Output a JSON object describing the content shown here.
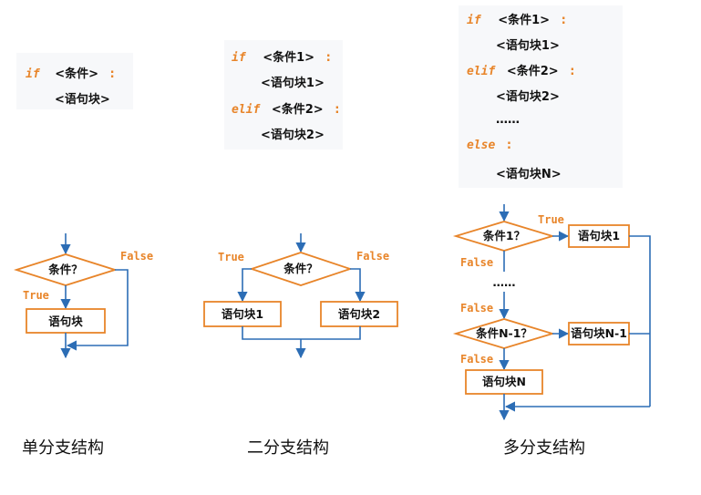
{
  "code": {
    "single": {
      "if_kw": "if",
      "cond": "<条件>",
      "colon": ":",
      "block": "<语句块>"
    },
    "double": {
      "if_kw": "if",
      "cond1": "<条件1>",
      "colon1": ":",
      "block1": "<语句块1>",
      "elif_kw": "elif",
      "cond2": "<条件2>",
      "colon2": ":",
      "block2": "<语句块2>"
    },
    "multi": {
      "if_kw": "if",
      "cond1": "<条件1>",
      "colon1": ":",
      "block1": "<语句块1>",
      "elif_kw": "elif",
      "cond2": "<条件2>",
      "colon2": ":",
      "block2": "<语句块2>",
      "dots": "……",
      "else_kw": "else",
      "colon3": ":",
      "blockN": "<语句块N>"
    }
  },
  "flow": {
    "single": {
      "cond": "条件？",
      "true": "True",
      "false": "False",
      "block": "语句块"
    },
    "double": {
      "cond": "条件？",
      "true": "True",
      "false": "False",
      "block1": "语句块1",
      "block2": "语句块2"
    },
    "multi": {
      "cond1": "条件1？",
      "true": "True",
      "false1": "False",
      "block1": "语句块1",
      "dots": "……",
      "false2": "False",
      "condN1": "条件N-1？",
      "blockN1": "语句块N-1",
      "false3": "False",
      "blockN": "语句块N"
    }
  },
  "captions": {
    "single": "单分支结构",
    "double": "二分支结构",
    "multi": "多分支结构"
  },
  "colors": {
    "orange": "#e8852a",
    "blue": "#2c6db5"
  }
}
